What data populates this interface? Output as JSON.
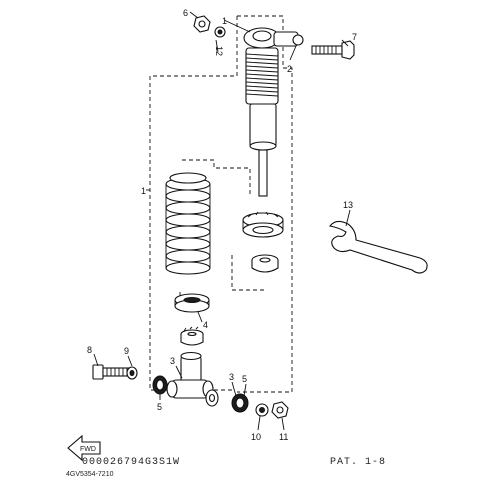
{
  "callouts": {
    "c1": "1",
    "c2": "2",
    "c3a": "3",
    "c3b": "3",
    "c4": "4",
    "c5a": "5",
    "c5b": "5",
    "c6": "6",
    "c7": "7",
    "c8": "8",
    "c9": "9",
    "c10": "10",
    "c11": "11",
    "c12": "12",
    "c13": "13"
  },
  "footer": {
    "fwd_label": "FWD",
    "part_code": "000026794G3S1W",
    "ref_code": "4GV5354-7210",
    "page_mark": "PAT. 1-8"
  }
}
